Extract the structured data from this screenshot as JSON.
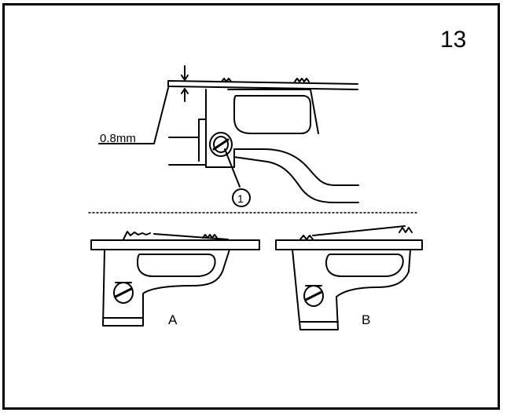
{
  "page": {
    "number": "13"
  },
  "diagram": {
    "clearance_label": "0.8mm",
    "screw_callout": "1",
    "view_a_label": "A",
    "view_b_label": "B"
  },
  "colors": {
    "ink": "#000000",
    "paper": "#ffffff"
  }
}
